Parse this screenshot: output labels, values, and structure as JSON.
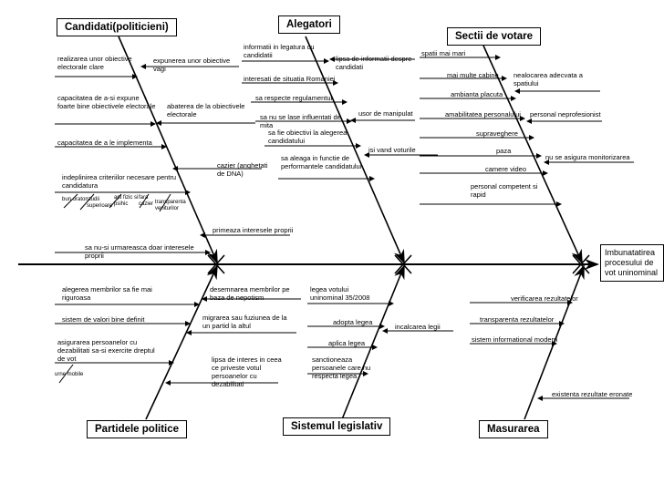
{
  "effect": "Imbunatatirea procesului de vot uninominal",
  "categories": {
    "candidati": "Candidati(politicieni)",
    "alegatori": "Alegatori",
    "sectii": "Sectii de votare",
    "partide": "Partidele politice",
    "legislativ": "Sistemul legislativ",
    "masurarea": "Masurarea"
  },
  "causes": {
    "candidati": {
      "c1": "realizarea unor obiective electorale clare",
      "c2": "expunerea unor obiective vagi",
      "c3": "capacitatea de a-si expune foarte bine obiectivele electorale",
      "c4": "abaterea de la obiectivele electorale",
      "c5": "capacitatea de a le implementa",
      "c6": "cazier (anghetati de DNA)",
      "c7": "indeplinirea criteriilor necesare pentru candidatura",
      "c8": "bun orator",
      "c9": "studii superioare",
      "c10": "apt fizic si psihic",
      "c11": "fara cazier",
      "c12": "transparenta veniturilor",
      "c13": "primeaza interesele proprii",
      "c14": "sa nu-si urmareasca doar interesele proprii"
    },
    "alegatori": {
      "a1": "informatii in legatura cu candidatii",
      "a2": "lipsa de informatii despre candidati",
      "a3": "interesati de situatia Romaniei",
      "a4": "sa respecte regulamentul",
      "a5": "usor de manipulat",
      "a6": "sa nu se lase influentati de mita",
      "a7": "sa fie obiectivi la alegerea candidatului",
      "a8": "isi vand voturile",
      "a9": "sa aleaga in functie de performantele candidatului"
    },
    "sectii": {
      "s1": "spatii mai mari",
      "s2": "mai multe cabine",
      "s3": "nealocarea adecvata a spatiului",
      "s4": "ambianta placuta",
      "s5": "amabilitatea personalului",
      "s6": "personal neprofesionist",
      "s7": "supraveghere",
      "s8": "paza",
      "s9": "nu se asigura monitorizarea",
      "s10": "camere video",
      "s11": "personal competent si rapid"
    },
    "partide": {
      "p1": "alegerea membrilor sa fie mai riguroasa",
      "p2": "desemnarea membrilor pe baza de nepotism",
      "p3": "sistem de valori bine definit",
      "p4": "migrarea sau fuziunea de la un partid la altul",
      "p5": "asigurarea persoanelor cu dezabilitati sa-si exercite dreptul de vot",
      "p6": "urne mobile",
      "p7": "lipsa de interes in ceea ce priveste votul persoanelor cu dezabilitati"
    },
    "legislativ": {
      "l1": "legea votului uninominal 35/2008",
      "l2": "adopta legea",
      "l3": "incalcarea legii",
      "l4": "aplica legea",
      "l5": "sanctioneaza persoanele care nu respecta legea"
    },
    "masurarea": {
      "m1": "verificarea rezultatelor",
      "m2": "transparenta rezultatelor",
      "m3": "sistem informational modern",
      "m4": "existenta rezultate eronate"
    }
  }
}
